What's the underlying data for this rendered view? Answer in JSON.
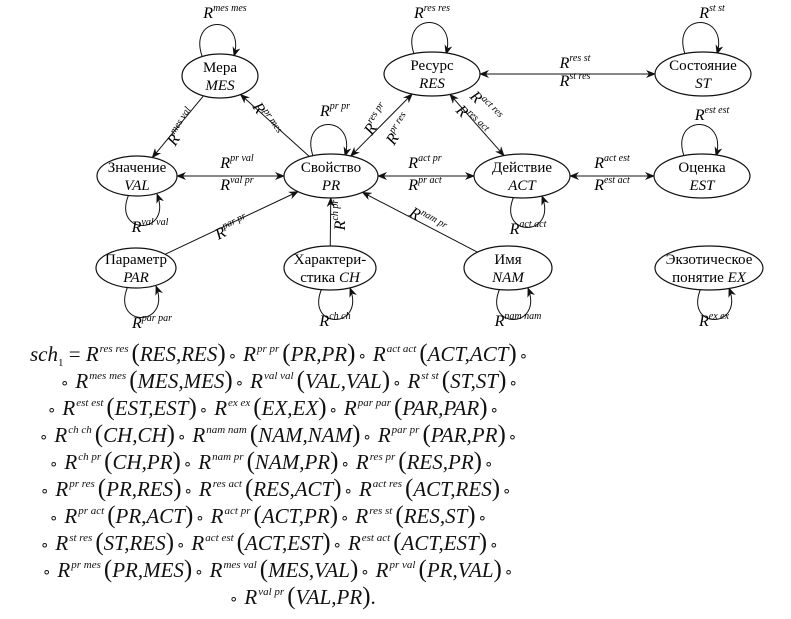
{
  "diagram": {
    "relation_symbol": "R",
    "nodes": [
      {
        "id": "MES",
        "name": "Мера",
        "code": "MES"
      },
      {
        "id": "RES",
        "name": "Ресурс",
        "code": "RES"
      },
      {
        "id": "ST",
        "name": "Состояние",
        "code": "ST"
      },
      {
        "id": "VAL",
        "name": "Значение",
        "code": "VAL"
      },
      {
        "id": "PR",
        "name": "Свойство",
        "code": "PR"
      },
      {
        "id": "ACT",
        "name": "Действие",
        "code": "ACT"
      },
      {
        "id": "EST",
        "name": "Оценка",
        "code": "EST"
      },
      {
        "id": "PAR",
        "name": "Параметр",
        "code": "PAR"
      },
      {
        "id": "CH",
        "name": "Характери-",
        "name2": "стика",
        "code": "CH"
      },
      {
        "id": "NAM",
        "name": "Имя",
        "code": "NAM"
      },
      {
        "id": "EX",
        "name": "Экзотическое",
        "name2": "понятие",
        "code": "EX"
      }
    ],
    "relations": [
      "mes mes",
      "res res",
      "st st",
      "pr pr",
      "est est",
      "val val",
      "act act",
      "par par",
      "ch ch",
      "nam nam",
      "ex ex",
      "mes val",
      "pr mes",
      "res pr",
      "pr res",
      "act res",
      "res act",
      "res st",
      "st res",
      "pr val",
      "val pr",
      "act pr",
      "pr act",
      "act est",
      "est act",
      "par pr",
      "ch pr",
      "nam pr"
    ]
  },
  "formula": {
    "lhs": "sch",
    "lhs_sub": "1",
    "equals": "=",
    "compose": "∘",
    "end": ".",
    "lines": [
      [
        {
          "sup": "res res",
          "args": "RES,RES"
        },
        {
          "sup": "pr pr",
          "args": "PR,PR"
        },
        {
          "sup": "act act",
          "args": "ACT,ACT"
        }
      ],
      [
        {
          "sup": "mes mes",
          "args": "MES,MES"
        },
        {
          "sup": "val val",
          "args": "VAL,VAL"
        },
        {
          "sup": "st st",
          "args": "ST,ST"
        }
      ],
      [
        {
          "sup": "est est",
          "args": "EST,EST"
        },
        {
          "sup": "ex ex",
          "args": "EX,EX"
        },
        {
          "sup": "par par",
          "args": "PAR,PAR"
        }
      ],
      [
        {
          "sup": "ch ch",
          "args": "CH,CH"
        },
        {
          "sup": "nam nam",
          "args": "NAM,NAM"
        },
        {
          "sup": "par pr",
          "args": "PAR,PR"
        }
      ],
      [
        {
          "sup": "ch pr",
          "args": "CH,PR"
        },
        {
          "sup": "nam pr",
          "args": "NAM,PR"
        },
        {
          "sup": "res pr",
          "args": "RES,PR"
        }
      ],
      [
        {
          "sup": "pr res",
          "args": "PR,RES"
        },
        {
          "sup": "res act",
          "args": "RES,ACT"
        },
        {
          "sup": "act res",
          "args": "ACT,RES"
        }
      ],
      [
        {
          "sup": "pr act",
          "args": "PR,ACT"
        },
        {
          "sup": "act pr",
          "args": "ACT,PR"
        },
        {
          "sup": "res st",
          "args": "RES,ST"
        }
      ],
      [
        {
          "sup": "st res",
          "args": "ST,RES"
        },
        {
          "sup": "act est",
          "args": "ACT,EST"
        },
        {
          "sup": "est act",
          "args": "ACT,EST"
        }
      ],
      [
        {
          "sup": "pr mes",
          "args": "PR,MES"
        },
        {
          "sup": "mes val",
          "args": "MES,VAL"
        },
        {
          "sup": "pr val",
          "args": "PR,VAL"
        }
      ],
      [
        {
          "sup": "val pr",
          "args": "VAL,PR"
        }
      ]
    ]
  }
}
